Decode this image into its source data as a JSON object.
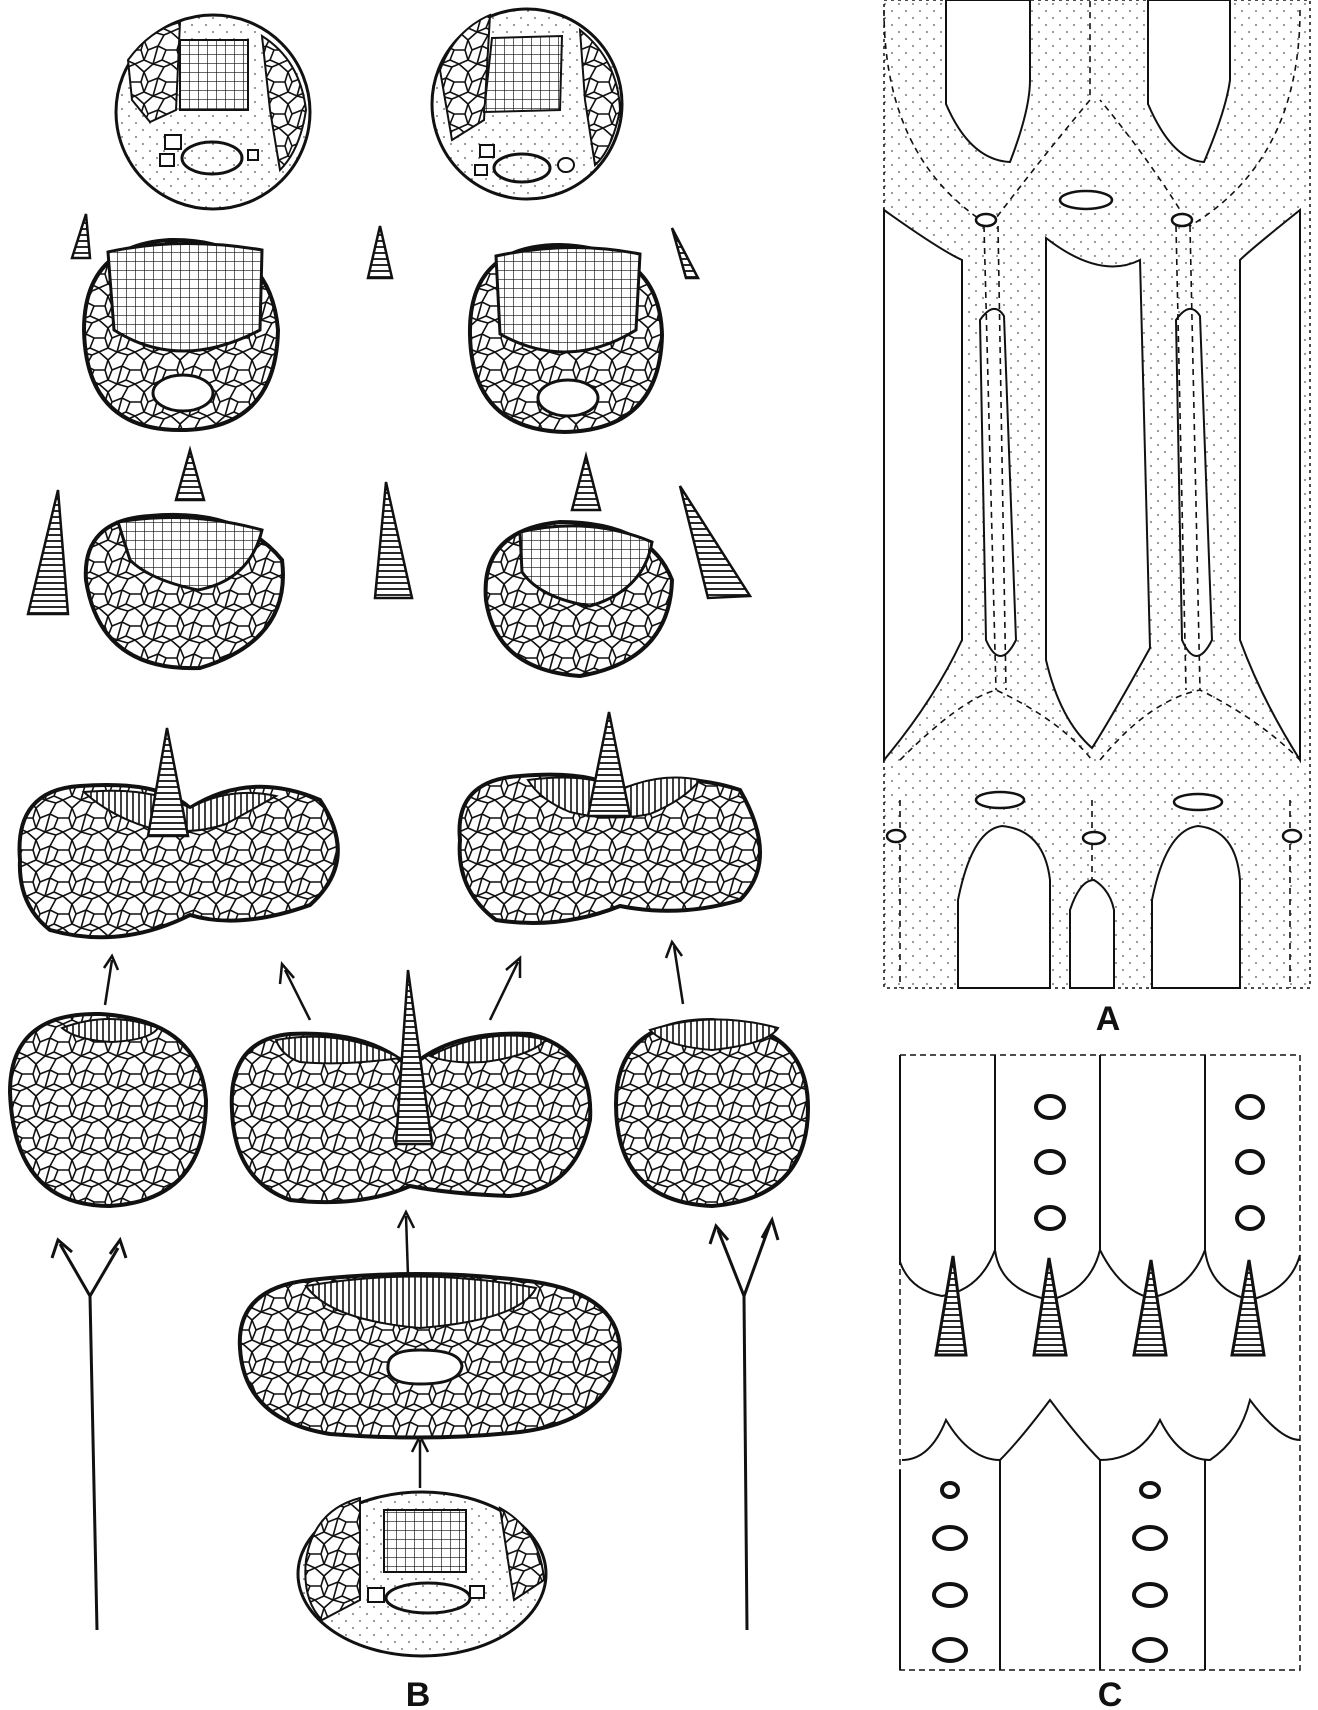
{
  "figure": {
    "panel_labels": {
      "a": "A",
      "b": "B",
      "c": "C"
    },
    "ink_color": "#111111",
    "paper_color": "#ffffff",
    "stipple_color": "#555555"
  }
}
